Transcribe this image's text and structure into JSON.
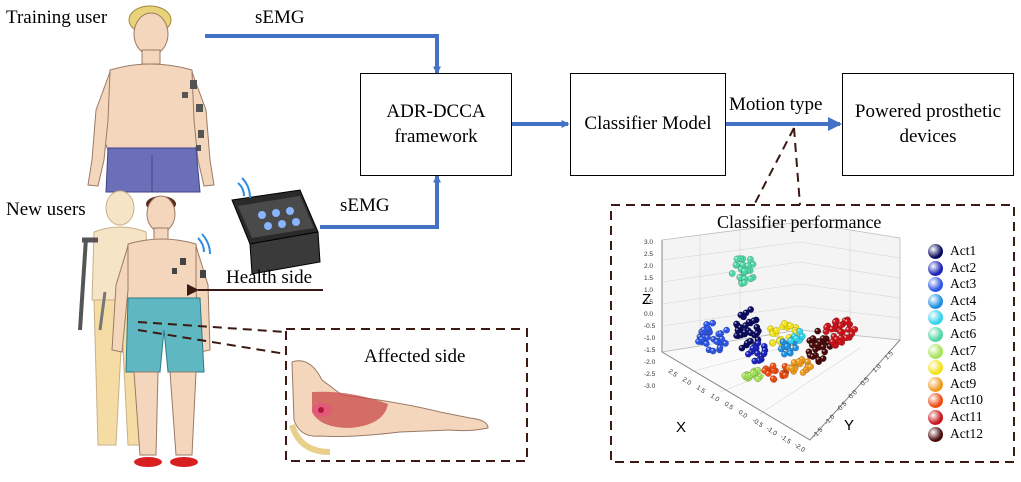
{
  "labels": {
    "training_user": "Training user",
    "new_users": "New users",
    "semg_top": "sEMG",
    "semg_bottom": "sEMG",
    "motion_type": "Motion type",
    "health_side": "Health side",
    "affected_side": "Affected side",
    "classifier_performance": "Classifier performance"
  },
  "boxes": {
    "adr_line1": "ADR-DCCA",
    "adr_line2": "framework",
    "classifier": "Classifier Model",
    "prosthetic_line1": "Powered prosthetic",
    "prosthetic_line2": "devices"
  },
  "plot_axes": {
    "z_label": "Z",
    "x_label": "X",
    "y_label": "Y",
    "z_ticks": [
      "3.0",
      "2.5",
      "2.0",
      "1.5",
      "1.0",
      "0.5",
      "0.0",
      "-0.5",
      "-1.0",
      "-1.5",
      "-2.0",
      "-2.5",
      "-3.0"
    ],
    "x_ticks": [
      "2.5",
      "2.0",
      "1.5",
      "1.0",
      "0.5",
      "0.0",
      "-0.5",
      "-1.0",
      "-1.5",
      "-2.0"
    ],
    "y_ticks": [
      "-1.5",
      "-1.0",
      "-0.5",
      "0.0",
      "0.5",
      "1.0",
      "1.5"
    ]
  },
  "legend": [
    {
      "name": "Act1",
      "color": "#0b0b5e"
    },
    {
      "name": "Act2",
      "color": "#1a22b8"
    },
    {
      "name": "Act3",
      "color": "#2c55e6"
    },
    {
      "name": "Act4",
      "color": "#1f8fe0"
    },
    {
      "name": "Act5",
      "color": "#33d2ec"
    },
    {
      "name": "Act6",
      "color": "#4fd6a4"
    },
    {
      "name": "Act7",
      "color": "#a6e35a"
    },
    {
      "name": "Act8",
      "color": "#f2e21c"
    },
    {
      "name": "Act9",
      "color": "#f09a1c"
    },
    {
      "name": "Act10",
      "color": "#ee4a12"
    },
    {
      "name": "Act11",
      "color": "#c8141a"
    },
    {
      "name": "Act12",
      "color": "#4a0a0a"
    }
  ],
  "colors": {
    "arrow_blue": "#4472c4",
    "dark_brown": "#3a1a12",
    "skin": "#f4d6bc",
    "pants_blue": "#6a6fb8",
    "shorts_teal": "#5fb7c2"
  }
}
